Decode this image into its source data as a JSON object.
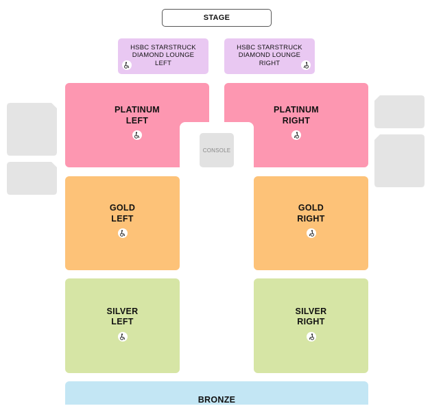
{
  "stage": {
    "label": "STAGE"
  },
  "lounges": {
    "left": {
      "lines": [
        "HSBC STARSTRUCK",
        "DIAMOND LOUNGE",
        "LEFT"
      ]
    },
    "right": {
      "lines": [
        "HSBC STARSTRUCK",
        "DIAMOND LOUNGE",
        "RIGHT"
      ]
    }
  },
  "sections": {
    "platinum_left": {
      "line1": "PLATINUM",
      "line2": "LEFT"
    },
    "platinum_right": {
      "line1": "PLATINUM",
      "line2": "RIGHT"
    },
    "gold_left": {
      "line1": "GOLD",
      "line2": "LEFT"
    },
    "gold_right": {
      "line1": "GOLD",
      "line2": "RIGHT"
    },
    "silver_left": {
      "line1": "SILVER",
      "line2": "LEFT"
    },
    "silver_right": {
      "line1": "SILVER",
      "line2": "RIGHT"
    },
    "bronze": {
      "line1": "BRONZE"
    }
  },
  "console": {
    "label": "CONSOLE"
  },
  "icons": {
    "accessible": "wheelchair-icon"
  },
  "colors": {
    "platinum": "#fd97b1",
    "gold": "#fdc278",
    "silver": "#d6e5a5",
    "bronze": "#c3e6f4",
    "lounge": "#e9c8f2",
    "unavailable": "#e4e4e4"
  }
}
